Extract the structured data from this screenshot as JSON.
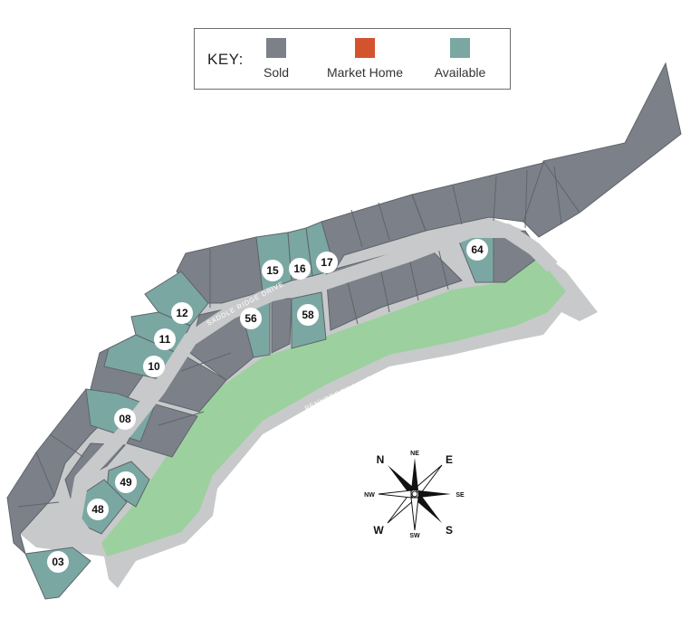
{
  "key": {
    "title": "KEY:",
    "items": [
      {
        "label": "Sold",
        "color": "#7c8189"
      },
      {
        "label": "Market Home",
        "color": "#d3532f"
      },
      {
        "label": "Available",
        "color": "#7aa7a2"
      }
    ]
  },
  "roads": {
    "saddle_ridge": "SADDLE RIDGE DRIVE",
    "pennbrook": "PENNBROOK LANE"
  },
  "lots": {
    "l03": "03",
    "l08": "08",
    "l10": "10",
    "l11": "11",
    "l12": "12",
    "l15": "15",
    "l16": "16",
    "l17": "17",
    "l48": "48",
    "l49": "49",
    "l56": "56",
    "l58": "58",
    "l64": "64"
  },
  "compass": {
    "n": "N",
    "ne": "NE",
    "e": "E",
    "se": "SE",
    "s": "S",
    "sw": "SW",
    "w": "W",
    "nw": "NW"
  },
  "colors": {
    "sold": "#7c8189",
    "available": "#7aa7a2",
    "road": "#c8c9cb",
    "green_space": "#9dd09f",
    "lot_line": "#5f646b"
  }
}
